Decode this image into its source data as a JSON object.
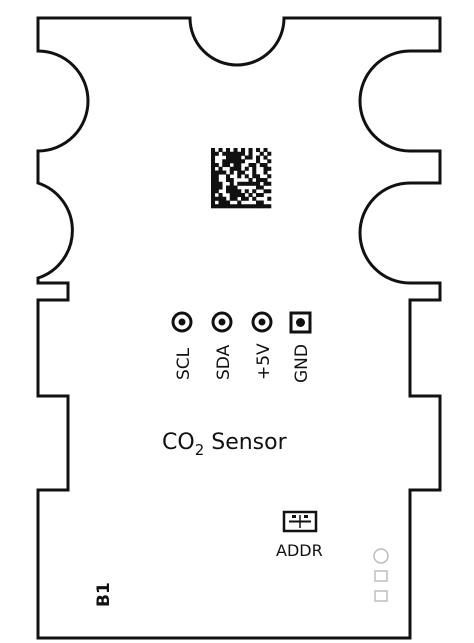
{
  "board": {
    "title_main": "CO",
    "title_sub": "2",
    "title_rest": " Sensor",
    "board_id": "B1"
  },
  "pins": [
    {
      "label": "SCL",
      "pad_shape": "round"
    },
    {
      "label": "SDA",
      "pad_shape": "round"
    },
    {
      "label": "+5V",
      "pad_shape": "round"
    },
    {
      "label": "GND",
      "pad_shape": "square"
    }
  ],
  "jumper": {
    "label": "ADDR"
  },
  "colors": {
    "outline": "#111111",
    "board_fill": "#ffffff",
    "fiducial": "#bdbdbd"
  },
  "icons": {
    "data_matrix": "data-matrix-code",
    "fiducials": "alignment-marker"
  }
}
